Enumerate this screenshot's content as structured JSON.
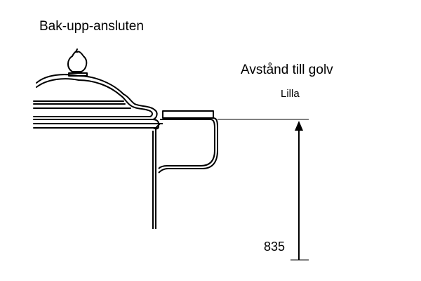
{
  "title": "Bak-upp-ansluten",
  "heading": "Avstånd till golv",
  "subheading": "Lilla",
  "dimension_value": "835",
  "colors": {
    "background": "#ffffff",
    "line": "#000000"
  }
}
